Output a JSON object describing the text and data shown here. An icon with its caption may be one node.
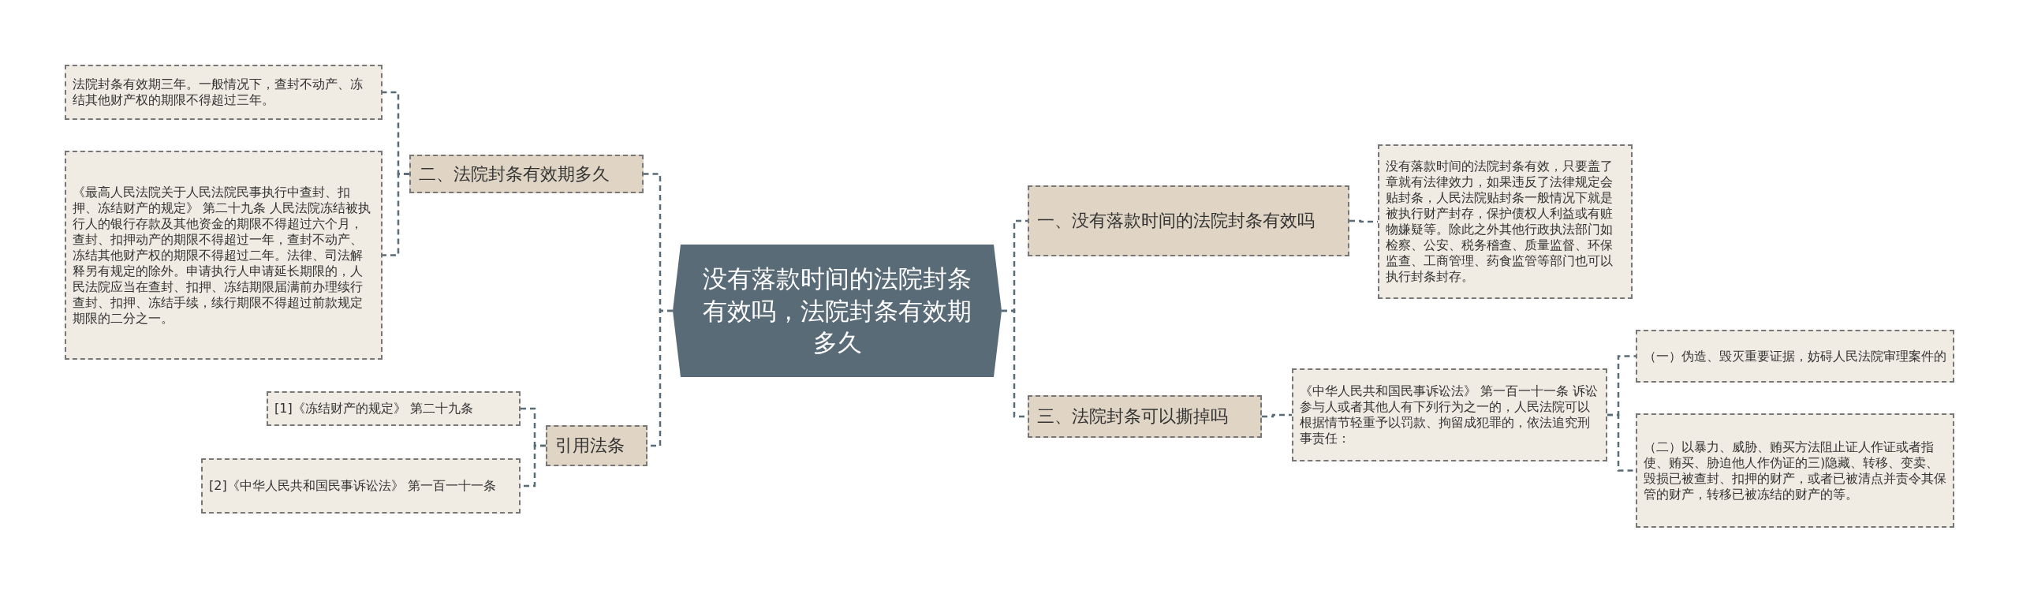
{
  "diagram": {
    "nodes": [
      {
        "text": [
          "没有落款时间的法院封条有效吗，法院封条有效期多久"
        ]
      },
      {
        "text": [
          "一、没有落款时间的法院封条有效吗"
        ]
      },
      {
        "text": [
          "没有落款时间的法院封条有效，只要盖了章就有法律效力，如果违反了法律规定会贴封条，人民法院贴封条一般情况下就是被执行财产封存，保护债权人利益或有赃物嫌疑等。除此之外其他行政执法部门如检察、公安、税务稽查、质量监督、环保监查、工商管理、药食监管等部门也可以执行封条封存。"
        ]
      },
      {
        "text": [
          "二、法院封条有效期多久"
        ]
      },
      {
        "text": [
          "法院封条有效期三年。一般情况下，查封不动产、冻结其他财产权的期限不得超过三年。"
        ]
      },
      {
        "text": [
          "《最高人民法院关于人民法院民事执行中查封、扣押、冻结财产的规定》 第二十九条 人民法院冻结被执行人的银行存款及其他资金的期限不得超过六个月，查封、扣押动产的期限不得超过一年，查封不动产、冻结其他财产权的期限不得超过二年。法律、司法解释另有规定的除外。申请执行人申请延长期限的，人民法院应当在查封、扣押、冻结期限届满前办理续行查封、扣押、冻结手续，续行期限不得超过前款规定期限的二分之一。"
        ]
      },
      {
        "text": [
          "三、法院封条可以撕掉吗"
        ]
      },
      {
        "text": [
          "《中华人民共和国民事诉讼法》 第一百一十一条 诉讼参与人或者其他人有下列行为之一的，人民法院可以根据情节轻重予以罚款、拘留成犯罪的，依法追究刑事责任："
        ]
      },
      {
        "text": [
          "（一）伪造、毁灭重要证据，妨碍人民法院审理案件的"
        ]
      },
      {
        "text": [
          "（二）以暴力、威胁、贿买方法阻止证人作证或者指使、贿买、胁迫他人作伪证的三)隐藏、转移、变卖、毁损已被查封、扣押的财产，或者已被清点并责令其保管的财产，转移已被冻结的财产的等。"
        ]
      },
      {
        "text": [
          "引用法条"
        ]
      },
      {
        "text": [
          "[1]《冻结财产的规定》 第二十九条"
        ]
      },
      {
        "text": [
          "[2]《中华人民共和国民事诉讼法》 第一百一十一条"
        ]
      }
    ],
    "edges": [
      {
        "from": 0,
        "to": 1,
        "arrow": "none",
        "style": "dashed"
      },
      {
        "from": 1,
        "to": 2,
        "arrow": "none",
        "style": "dashed"
      },
      {
        "from": 0,
        "to": 3,
        "arrow": "none",
        "style": "dashed"
      },
      {
        "from": 3,
        "to": 4,
        "arrow": "none",
        "style": "dashed"
      },
      {
        "from": 3,
        "to": 5,
        "arrow": "none",
        "style": "dashed"
      },
      {
        "from": 0,
        "to": 6,
        "arrow": "none",
        "style": "dashed"
      },
      {
        "from": 6,
        "to": 7,
        "arrow": "none",
        "style": "dashed"
      },
      {
        "from": 7,
        "to": 8,
        "arrow": "none",
        "style": "dashed"
      },
      {
        "from": 7,
        "to": 9,
        "arrow": "none",
        "style": "dashed"
      },
      {
        "from": 0,
        "to": 10,
        "arrow": "none",
        "style": "dashed"
      },
      {
        "from": 10,
        "to": 11,
        "arrow": "none",
        "style": "dashed"
      },
      {
        "from": 10,
        "to": 12,
        "arrow": "none",
        "style": "dashed"
      }
    ]
  }
}
